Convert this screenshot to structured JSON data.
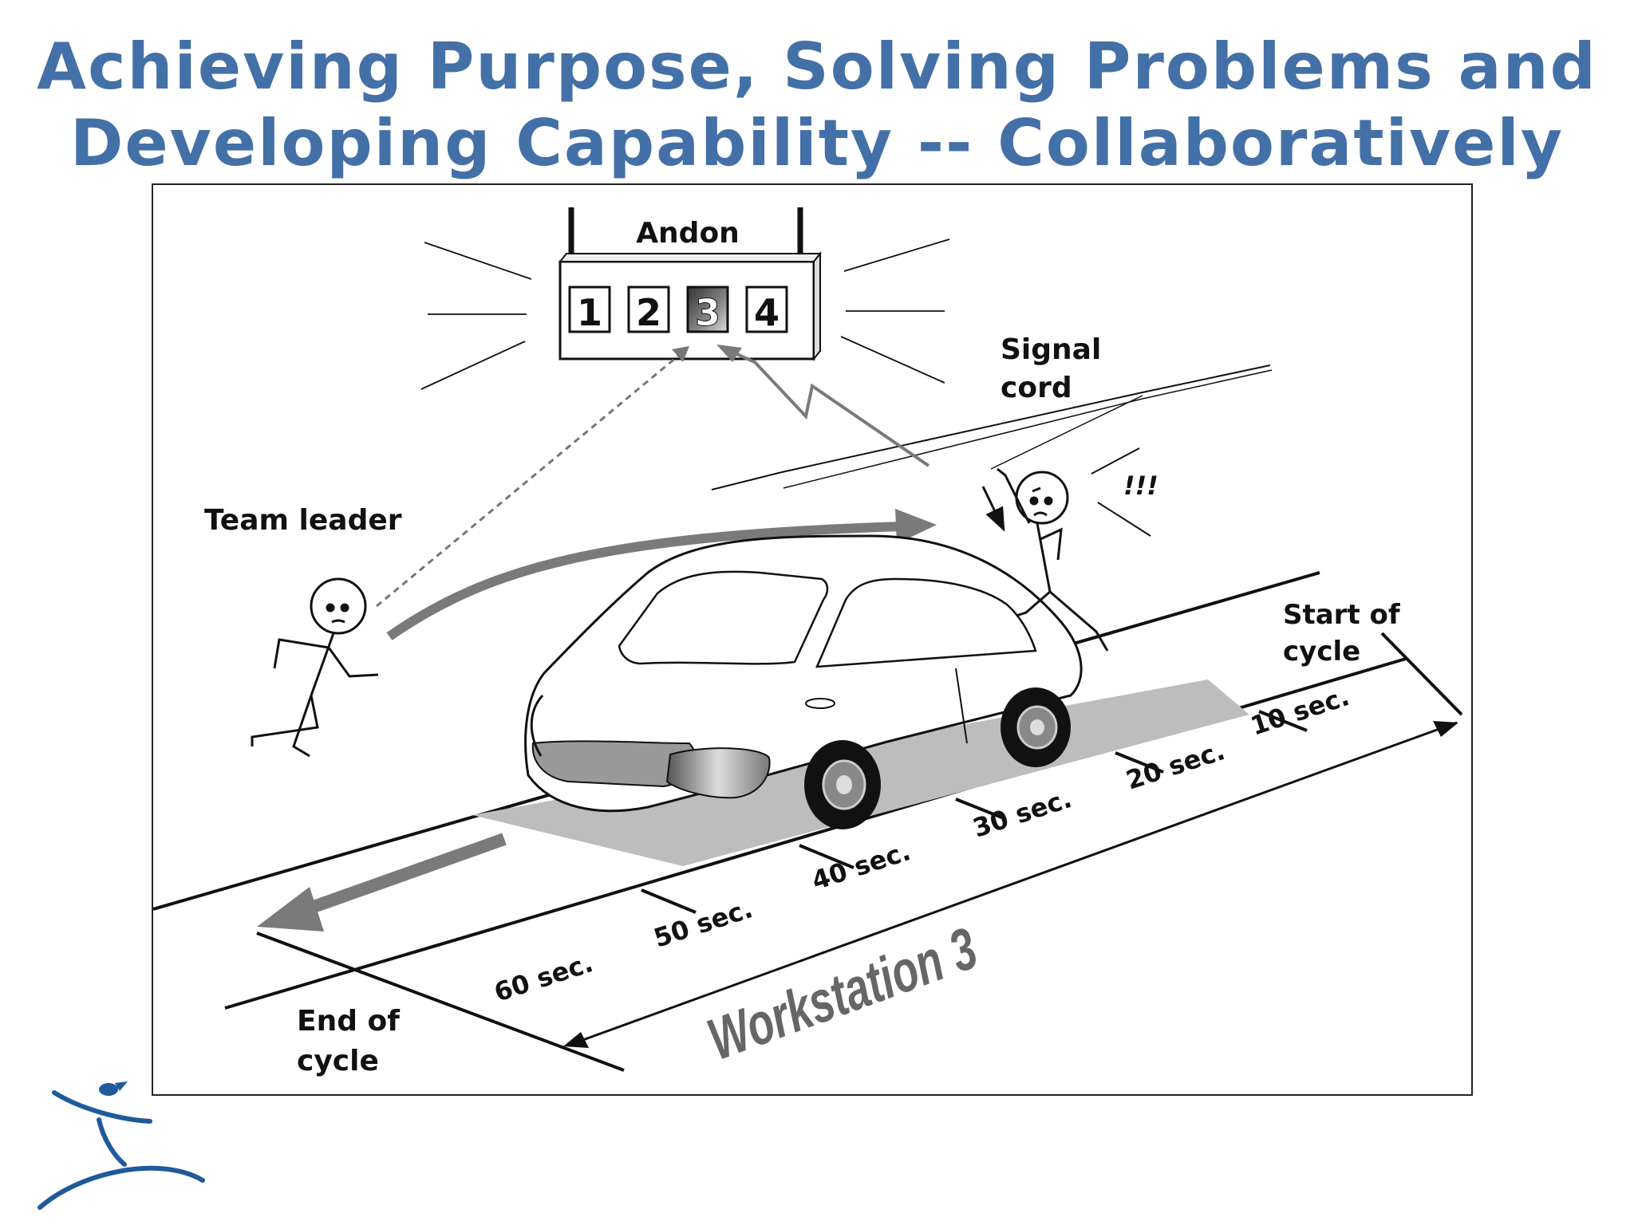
{
  "title": {
    "line1": "Achieving Purpose, Solving Problems and",
    "line2": "Developing Capability -- Collaboratively"
  },
  "diagram": {
    "andon": {
      "label": "Andon",
      "lights": [
        "1",
        "2",
        "3",
        "4"
      ],
      "active_light": "3"
    },
    "signal_cord_line1": "Signal",
    "signal_cord_line2": "cord",
    "exclamation": "!!!",
    "team_leader": "Team leader",
    "start_of_cycle_line1": "Start of",
    "start_of_cycle_line2": "cycle",
    "end_of_cycle_line1": "End of",
    "end_of_cycle_line2": "cycle",
    "time_marks": [
      "10 sec.",
      "20 sec.",
      "30 sec.",
      "40 sec.",
      "50 sec.",
      "60 sec."
    ],
    "workstation": "Workstation 3"
  },
  "colors": {
    "title": "#4470a8",
    "logo": "#1f5a9a",
    "arrow_gray": "#7a7a7a",
    "pad_gray": "#bdbdbd"
  }
}
